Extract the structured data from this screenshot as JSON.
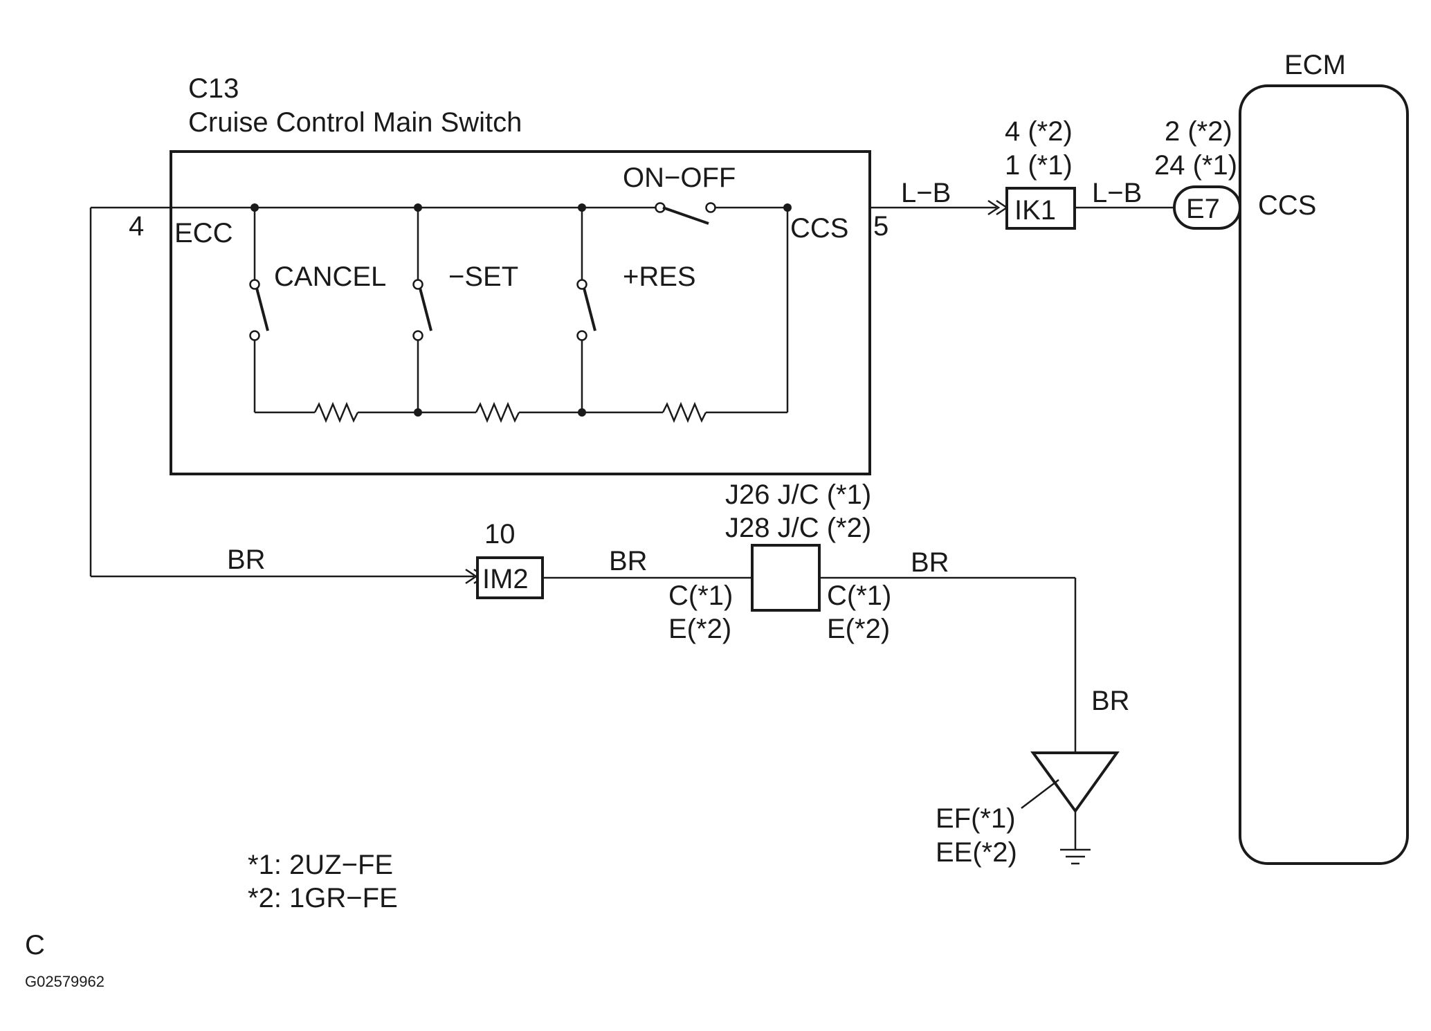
{
  "switch_component": {
    "code": "C13",
    "name": "Cruise Control Main Switch",
    "pin_left": "4",
    "pin_right": "5",
    "terminal_left": "ECC",
    "terminal_right": "CCS",
    "switch_cancel": "CANCEL",
    "switch_set": "−SET",
    "switch_res": "+RES",
    "switch_onoff": "ON−OFF"
  },
  "wire_colors": {
    "lb_1": "L−B",
    "lb_2": "L−B",
    "br_1": "BR",
    "br_2": "BR",
    "br_3": "BR",
    "br_4": "BR"
  },
  "connector_ik1": {
    "label": "IK1",
    "pin_line1": "4 (*2)",
    "pin_line2": "1 (*1)"
  },
  "connector_e7": {
    "label": "E7",
    "pin_line1": "2 (*2)",
    "pin_line2": "24 (*1)"
  },
  "ecm": {
    "label": "ECM",
    "terminal": "CCS"
  },
  "connector_im2": {
    "label": "IM2",
    "pin": "10"
  },
  "junction": {
    "line1": "J26 J/C (*1)",
    "line2": "J28 J/C (*2)",
    "left_pin1": "C(*1)",
    "left_pin2": "E(*2)",
    "right_pin1": "C(*1)",
    "right_pin2": "E(*2)"
  },
  "ground": {
    "line1": "EF(*1)",
    "line2": "EE(*2)"
  },
  "notes": {
    "note1": "*1: 2UZ−FE",
    "note2": "*2: 1GR−FE"
  },
  "footer": {
    "section": "C",
    "figure_id": "G02579962"
  }
}
